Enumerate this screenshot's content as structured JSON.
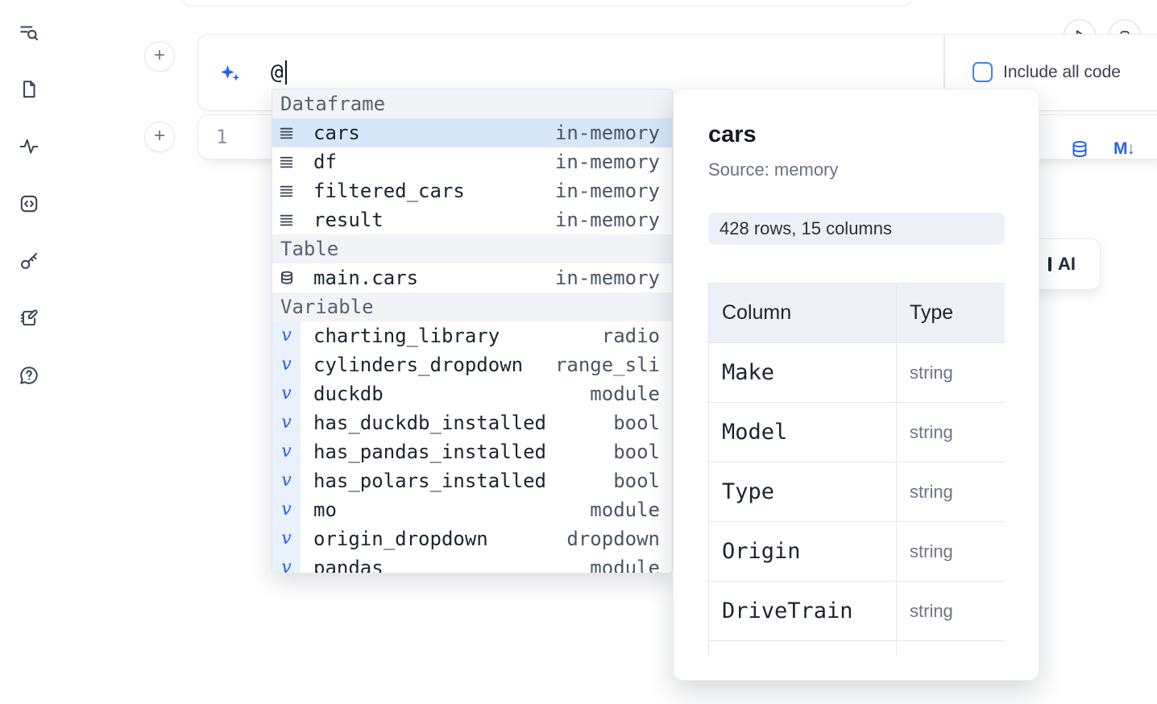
{
  "colors": {
    "accent": "#2563eb",
    "selected_row_bg": "#d7e7f9",
    "variable_gutter_bg": "#e8f1fc",
    "section_header_bg": "#f1f3f6"
  },
  "sidebar": {
    "items": [
      {
        "icon": "toc-search-icon"
      },
      {
        "icon": "document-icon"
      },
      {
        "icon": "activity-icon"
      },
      {
        "icon": "code-snippet-icon"
      },
      {
        "icon": "key-icon"
      },
      {
        "icon": "scratchpad-icon"
      },
      {
        "icon": "help-chat-icon"
      }
    ]
  },
  "toolbar": {
    "include_all_code_label": "Include all code",
    "include_all_code_checked": false
  },
  "ai_prompt": {
    "value": "@"
  },
  "code_cell": {
    "line_number": "1"
  },
  "add_cell_buttons": {
    "glyph": "+"
  },
  "autocomplete": {
    "sections": [
      {
        "header": "Dataframe",
        "kind": "dataframe",
        "items": [
          {
            "label": "cars",
            "detail": "in-memory",
            "selected": true
          },
          {
            "label": "df",
            "detail": "in-memory"
          },
          {
            "label": "filtered_cars",
            "detail": "in-memory"
          },
          {
            "label": "result",
            "detail": "in-memory"
          }
        ]
      },
      {
        "header": "Table",
        "kind": "table",
        "items": [
          {
            "label": "main.cars",
            "detail": "in-memory"
          }
        ]
      },
      {
        "header": "Variable",
        "kind": "variable",
        "items": [
          {
            "label": "charting_library",
            "detail": "radio"
          },
          {
            "label": "cylinders_dropdown",
            "detail": "range_sli"
          },
          {
            "label": "duckdb",
            "detail": "module"
          },
          {
            "label": "has_duckdb_installed",
            "detail": "bool"
          },
          {
            "label": "has_pandas_installed",
            "detail": "bool"
          },
          {
            "label": "has_polars_installed",
            "detail": "bool"
          },
          {
            "label": "mo",
            "detail": "module"
          },
          {
            "label": "origin_dropdown",
            "detail": "dropdown"
          },
          {
            "label": "pandas",
            "detail": "module"
          }
        ]
      }
    ]
  },
  "preview": {
    "title": "cars",
    "source": "Source: memory",
    "shape": "428 rows, 15 columns",
    "table": {
      "headers": [
        "Column",
        "Type"
      ],
      "rows": [
        [
          "Make",
          "string"
        ],
        [
          "Model",
          "string"
        ],
        [
          "Type",
          "string"
        ],
        [
          "Origin",
          "string"
        ],
        [
          "DriveTrain",
          "string"
        ],
        [
          "",
          ""
        ]
      ]
    }
  },
  "ai_button": {
    "label": "AI"
  },
  "icons": {
    "markdown_glyph": "M↓"
  }
}
